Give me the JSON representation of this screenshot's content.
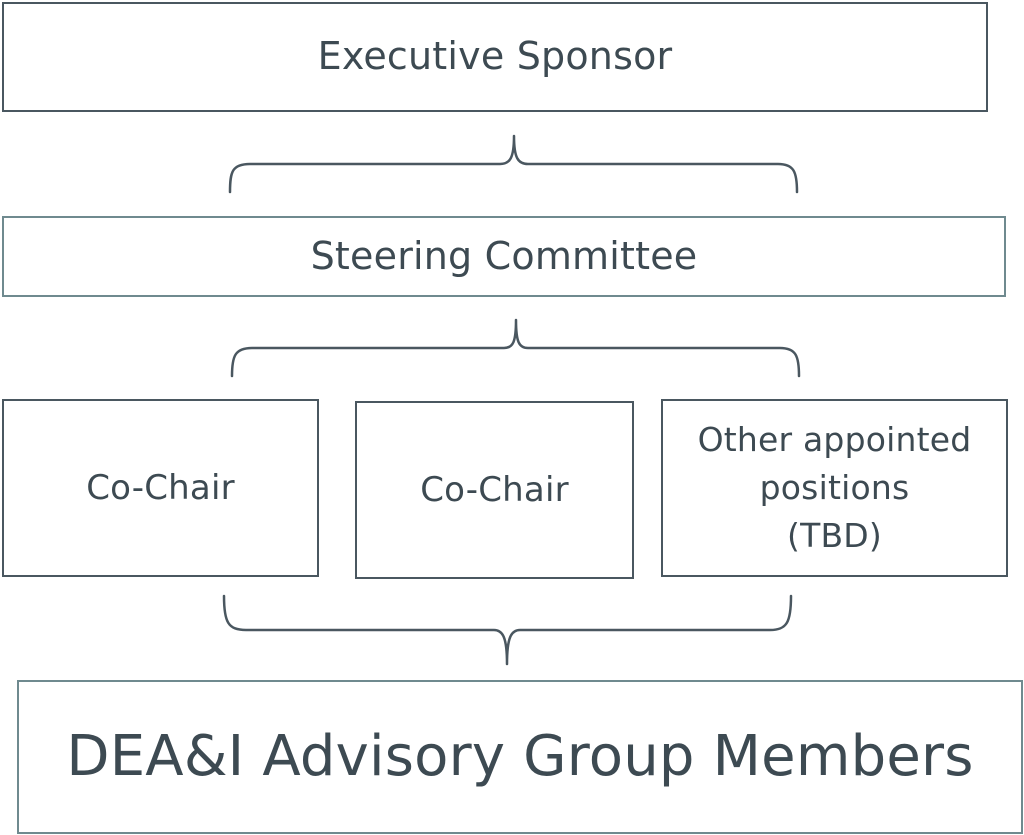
{
  "diagram": {
    "executive_sponsor": "Executive Sponsor",
    "steering_committee": "Steering Committee",
    "co_chair_1": "Co-Chair",
    "co_chair_2": "Co-Chair",
    "other_positions": "Other appointed\npositions\n(TBD)",
    "advisory_members": "DEA&I Advisory Group Members"
  },
  "colors": {
    "text": "#3d4a52",
    "border": "#4a5760",
    "accent_border": "#6f8a8f",
    "background": "#ffffff"
  }
}
